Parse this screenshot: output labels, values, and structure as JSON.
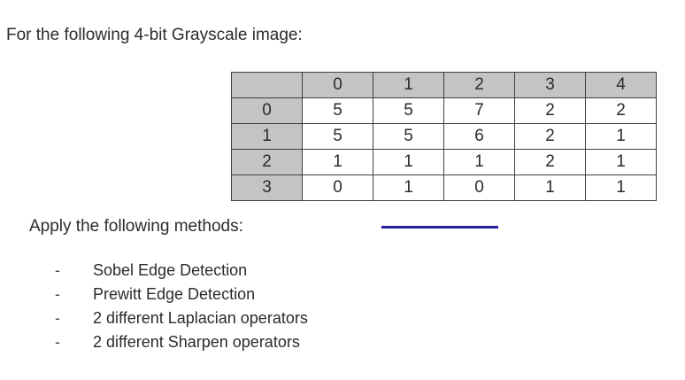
{
  "intro": {
    "text": "For the following 4-bit Grayscale image:"
  },
  "matrix": {
    "corner_label": "",
    "column_headers": [
      "0",
      "1",
      "2",
      "3",
      "4"
    ],
    "row_headers": [
      "0",
      "1",
      "2",
      "3"
    ],
    "rows": [
      [
        "5",
        "5",
        "7",
        "2",
        "2"
      ],
      [
        "5",
        "5",
        "6",
        "2",
        "1"
      ],
      [
        "1",
        "1",
        "1",
        "2",
        "1"
      ],
      [
        "0",
        "1",
        "0",
        "1",
        "1"
      ]
    ]
  },
  "apply": {
    "text": "Apply the following methods:",
    "underline_color": "#2222a0"
  },
  "methods": {
    "bullet": "-",
    "items": [
      {
        "label": "Sobel Edge Detection"
      },
      {
        "label": "Prewitt Edge Detection"
      },
      {
        "label": "2 different Laplacian operators"
      },
      {
        "label": "2 different Sharpen operators"
      }
    ]
  },
  "colors": {
    "page_background": "#ffffff",
    "header_cell": "#c4c4c4",
    "cell_border": "#3f3f3f",
    "text": "#2b2b2b",
    "accent_blue": "#2222a0"
  }
}
